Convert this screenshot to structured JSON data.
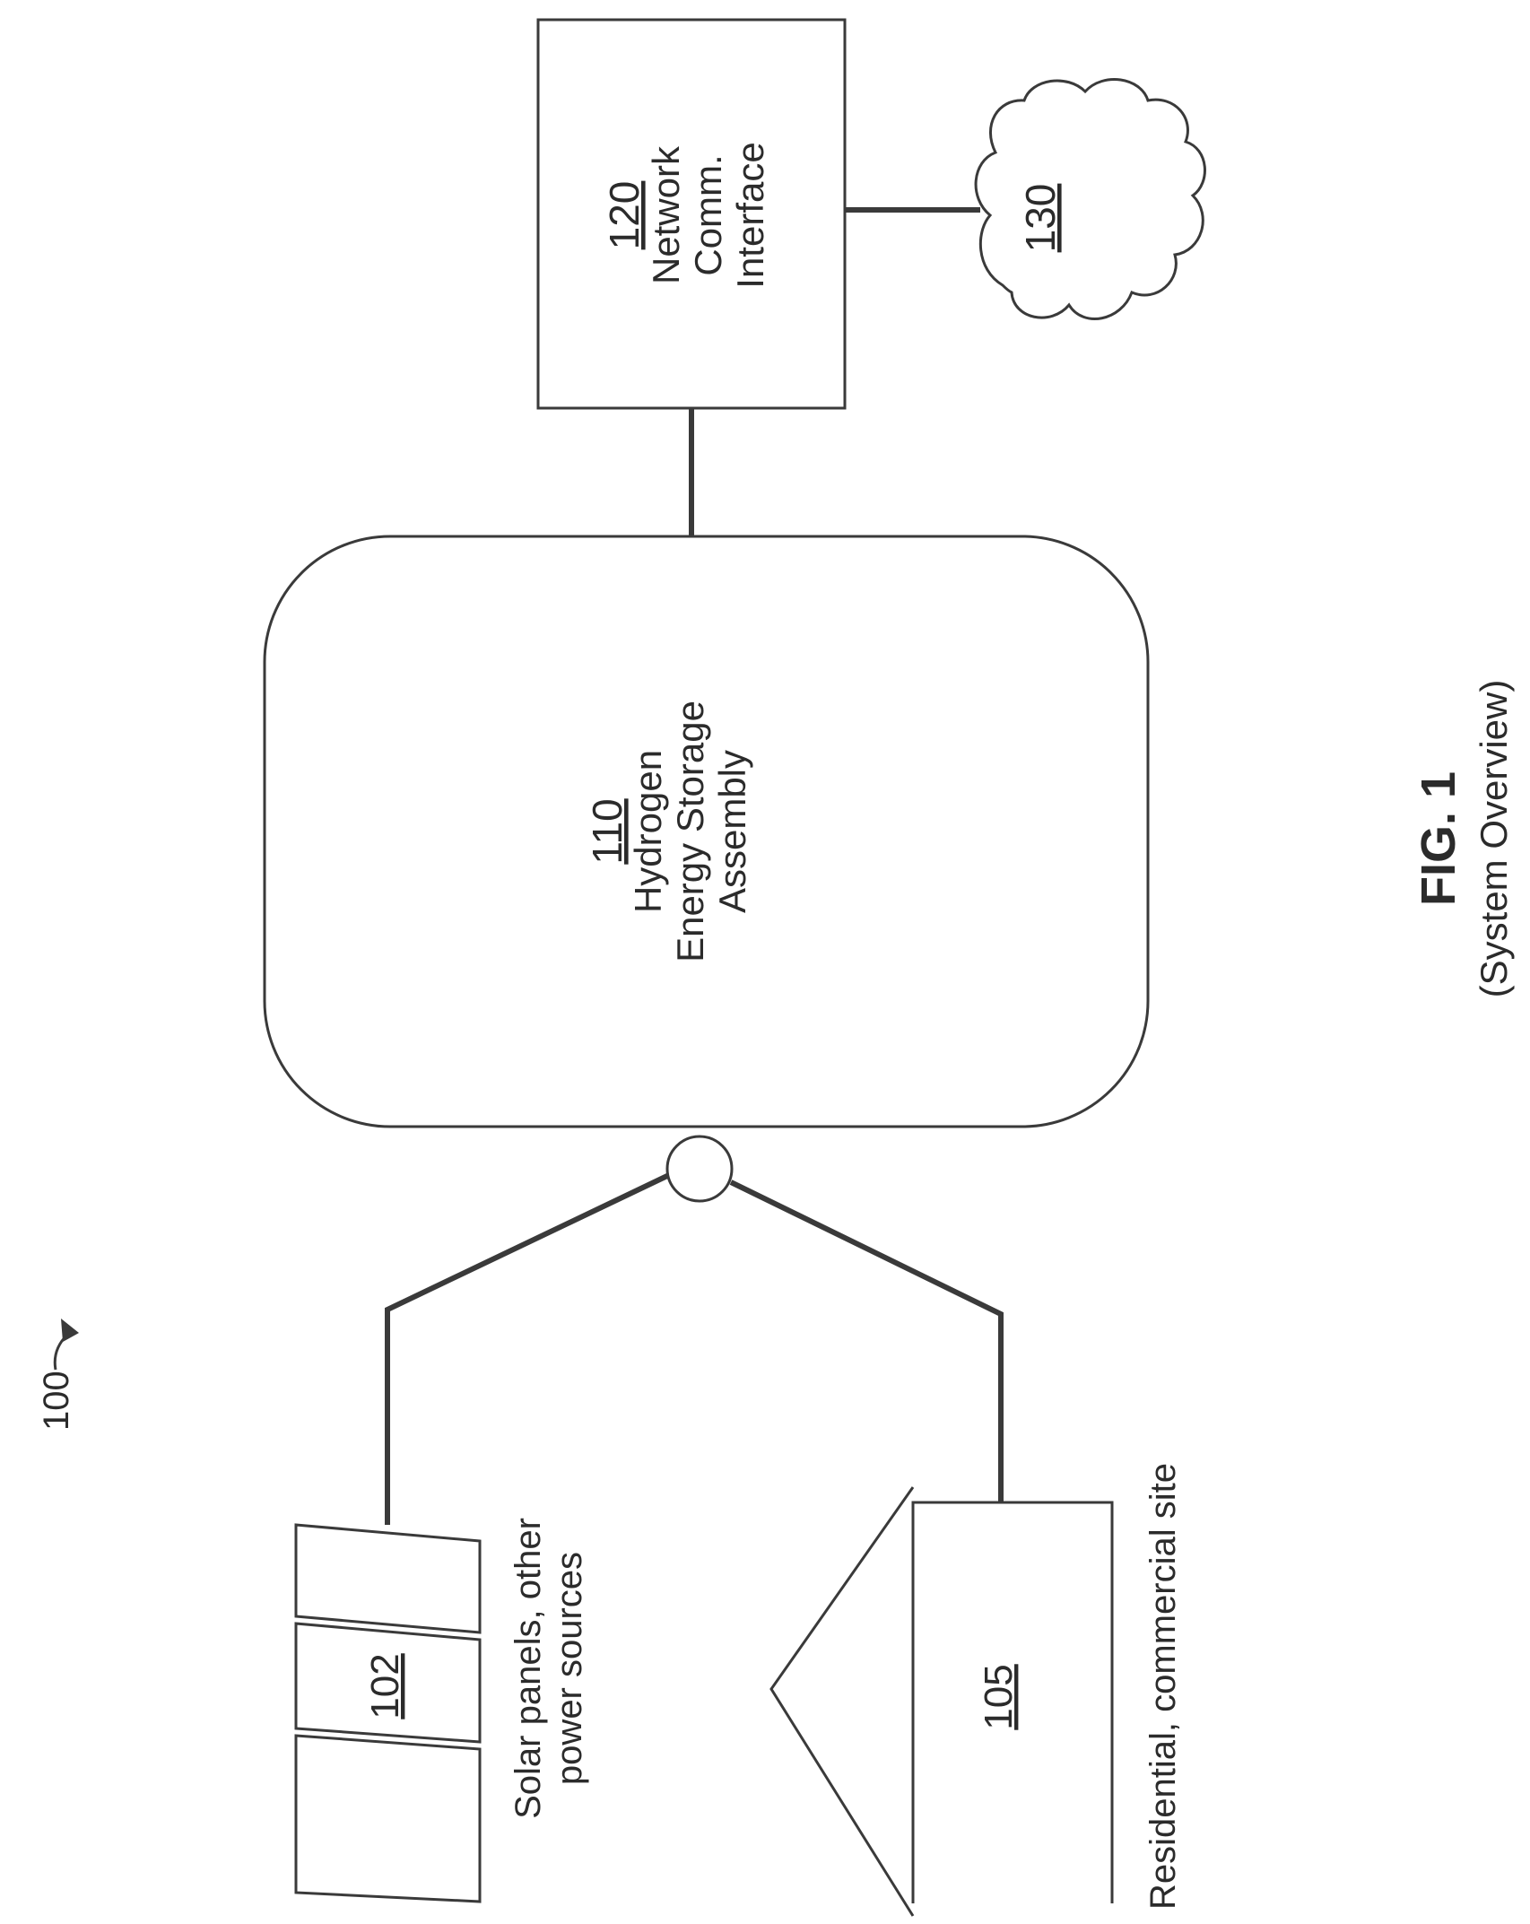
{
  "figure": {
    "ref_number": "100",
    "fig_label": "FIG. 1",
    "fig_caption": "(System Overview)"
  },
  "components": {
    "solar": {
      "ref": "102",
      "caption_line1": "Solar panels, other",
      "caption_line2": "power sources"
    },
    "site": {
      "ref": "105",
      "caption": "Residential, commercial site"
    },
    "hydrogen": {
      "ref": "110",
      "line1": "Hydrogen",
      "line2": "Energy Storage",
      "line3": "Assembly"
    },
    "network": {
      "ref": "120",
      "line1": "Network",
      "line2": "Comm.",
      "line3": "Interface"
    },
    "cloud": {
      "ref": "130"
    }
  },
  "colors": {
    "ink": "#3a3a3a",
    "text": "#2b2b2b",
    "background": "#ffffff"
  }
}
